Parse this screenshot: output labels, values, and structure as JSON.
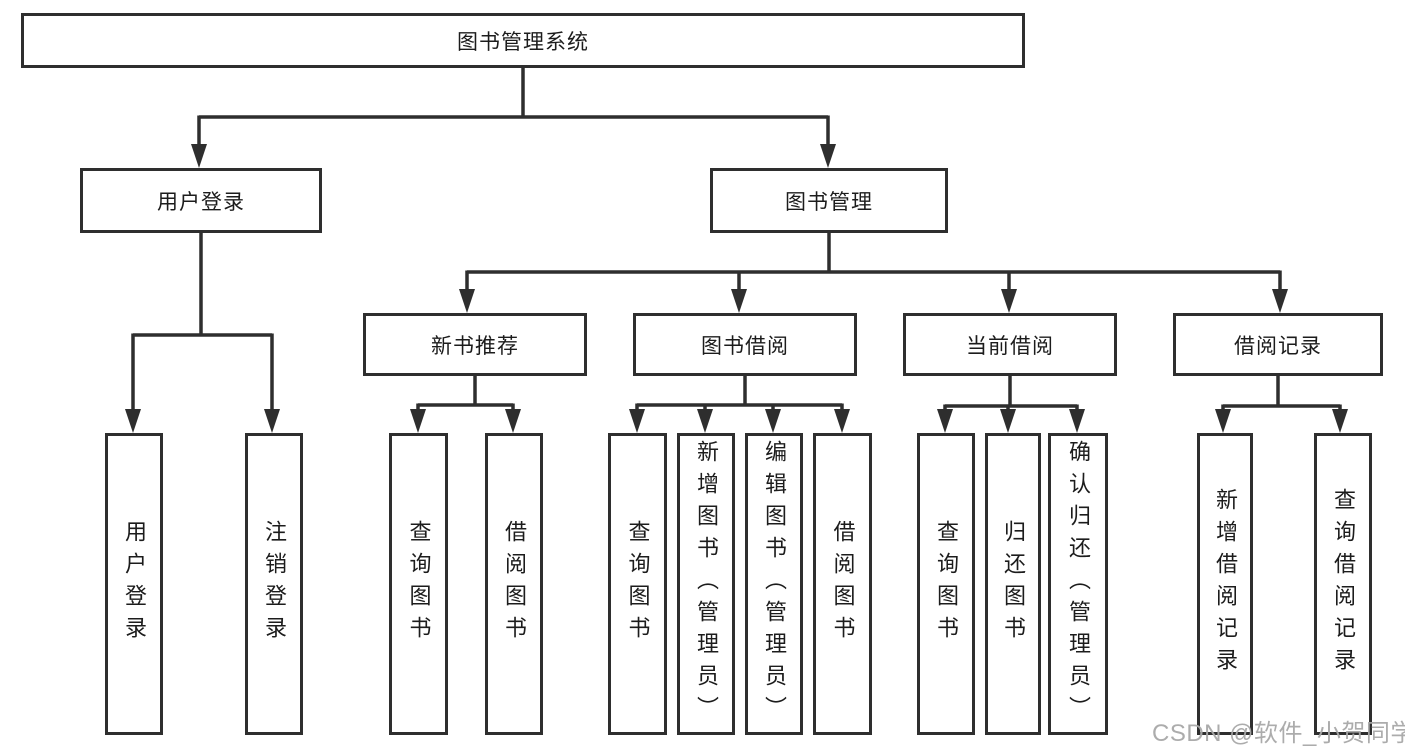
{
  "diagram": {
    "root": {
      "label": "图书管理系统"
    },
    "level1": [
      {
        "label": "用户登录"
      },
      {
        "label": "图书管理"
      }
    ],
    "level2": [
      {
        "label": "新书推荐"
      },
      {
        "label": "图书借阅"
      },
      {
        "label": "当前借阅"
      },
      {
        "label": "借阅记录"
      }
    ],
    "leaves": {
      "login": [
        {
          "label": "用户登录"
        },
        {
          "label": "注销登录"
        }
      ],
      "newbook": [
        {
          "label": "查询图书"
        },
        {
          "label": "借阅图书"
        }
      ],
      "borrow": [
        {
          "label": "查询图书"
        },
        {
          "label": "新增图书（管理员）"
        },
        {
          "label": "编辑图书（管理员）"
        },
        {
          "label": "借阅图书"
        }
      ],
      "current": [
        {
          "label": "查询图书"
        },
        {
          "label": "归还图书"
        },
        {
          "label": "确认归还（管理员）"
        }
      ],
      "records": [
        {
          "label": "新增借阅记录"
        },
        {
          "label": "查询借阅记录"
        }
      ]
    },
    "watermark": "CSDN @软件_小贺同学",
    "colors": {
      "line": "#2e2e2e",
      "text": "#1c1c1c",
      "watermark": "#a8a8a8",
      "background": "#ffffff"
    }
  }
}
